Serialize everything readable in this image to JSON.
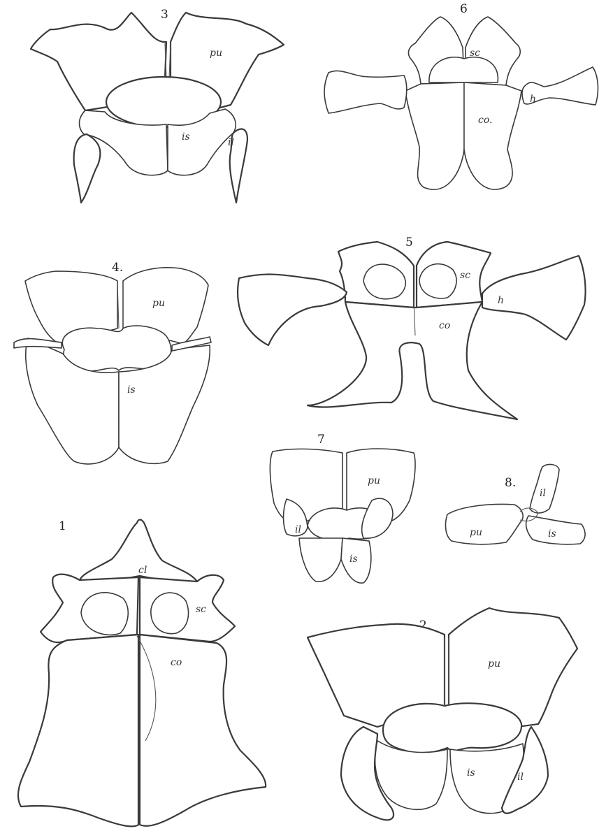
{
  "plate": {
    "figures": [
      {
        "number": "1",
        "labels": [
          "cl",
          "sc",
          "co"
        ]
      },
      {
        "number": "2.",
        "labels": [
          "pu",
          "is",
          "il"
        ]
      },
      {
        "number": "3",
        "labels": [
          "pu",
          "is",
          "il"
        ]
      },
      {
        "number": "4.",
        "labels": [
          "pu",
          "is"
        ]
      },
      {
        "number": "5",
        "labels": [
          "sc",
          "h",
          "co"
        ]
      },
      {
        "number": "6",
        "labels": [
          "sc",
          "h",
          "co."
        ]
      },
      {
        "number": "7",
        "labels": [
          "pu",
          "il",
          "is"
        ]
      },
      {
        "number": "8.",
        "labels": [
          "il",
          "pu",
          "is"
        ]
      }
    ]
  }
}
